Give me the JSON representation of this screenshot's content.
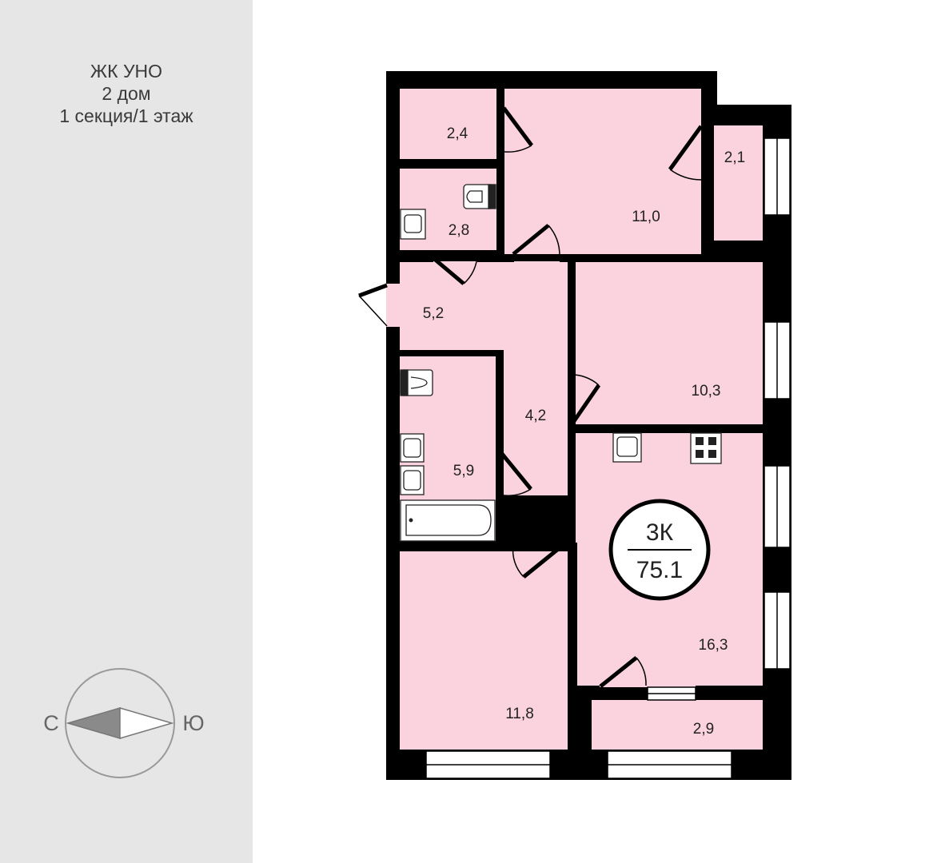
{
  "project": {
    "complex": "ЖК УНО",
    "building": "2 дом",
    "section_floor": "1 секция/1 этаж"
  },
  "compass": {
    "west_label": "С",
    "east_label": "Ю"
  },
  "rooms": {
    "storage_top": "2,4",
    "wc_top": "2,8",
    "bedroom_top": "11,0",
    "balcony_right": "2,1",
    "hall": "5,2",
    "corridor": "4,2",
    "bedroom_right": "10,3",
    "bathroom": "5,9",
    "kitchen_living": "16,3",
    "bedroom_bottom": "11,8",
    "loggia": "2,9"
  },
  "badge": {
    "rooms": "3К",
    "area": "75.1"
  },
  "colors": {
    "room_fill": "#fbd3df",
    "wall": "#000000",
    "sidebar": "#e6e6e6"
  }
}
